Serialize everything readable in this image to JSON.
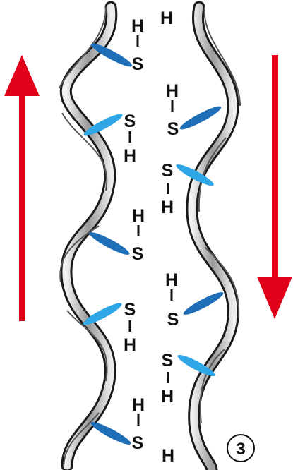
{
  "colors": {
    "arrow": "#e0001a",
    "bond_dark": "#1f6fb8",
    "bond_light": "#2fa6e6",
    "strand_edge": "#1a1a1a",
    "strand_fill": "#c8c8c8"
  },
  "arrows": {
    "left": "up",
    "right": "down"
  },
  "labels": {
    "hydrogen": "H",
    "sulfur": "S",
    "panel_number": "3"
  }
}
